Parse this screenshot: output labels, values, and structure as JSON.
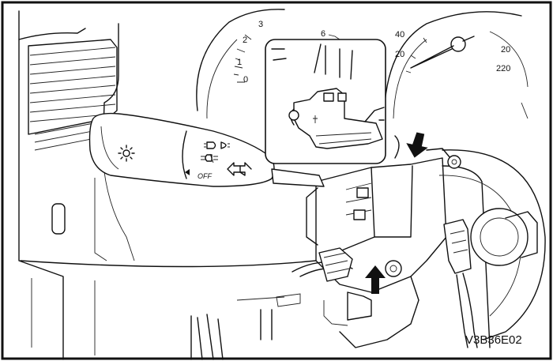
{
  "figure_code": "V3B36E02",
  "gauges": {
    "tach_ticks": [
      "0",
      "1",
      "2",
      "3",
      "6"
    ],
    "speedo_ticks": [
      "20",
      "40",
      "20",
      "220"
    ]
  },
  "switch": {
    "off_label": "OFF"
  },
  "colors": {
    "line": "#111111",
    "background": "#ffffff",
    "arrow": "#111111"
  }
}
